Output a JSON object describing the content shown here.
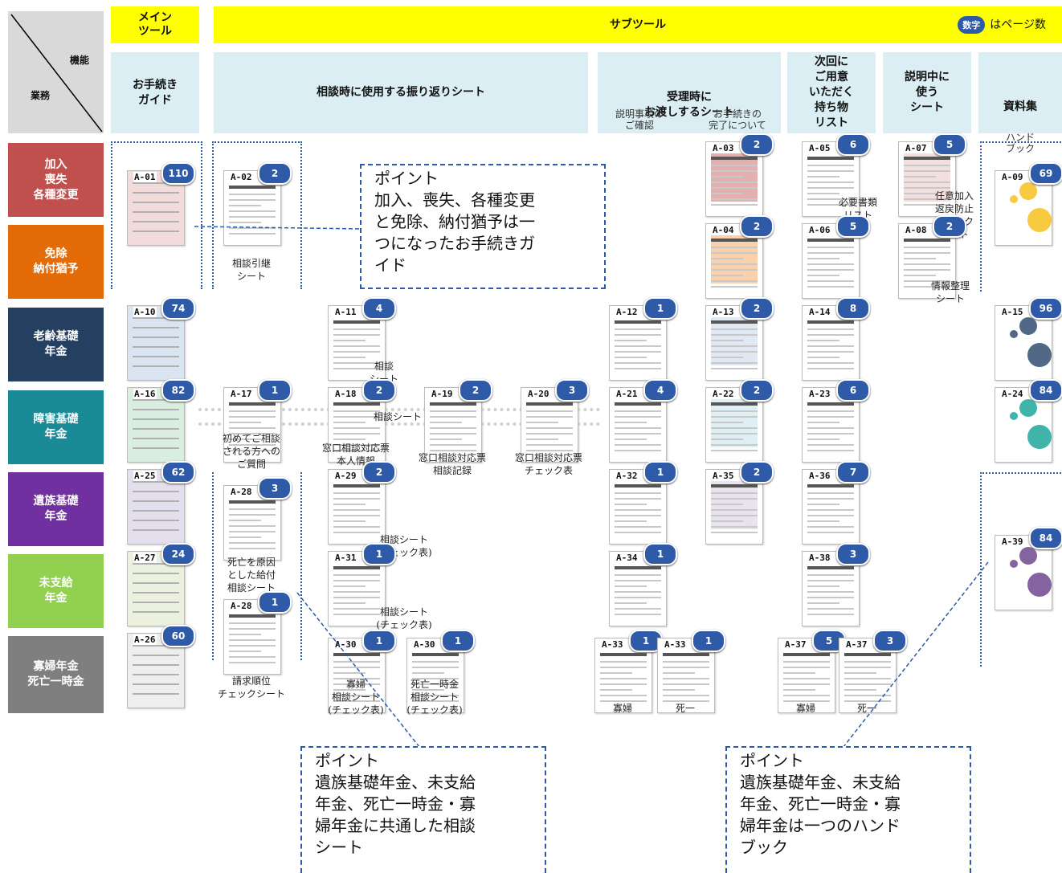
{
  "header": {
    "corner_function": "機能",
    "corner_business": "業務",
    "main_tool": "メイン\nツール",
    "sub_tool": "サブツール",
    "legend_badge": "数字",
    "legend_text": "はページ数"
  },
  "columns": {
    "guide": "お手続き\nガイド",
    "review": "相談時に使用する振り返りシート",
    "handout": "受理時に\nお渡しするシート",
    "handout_sub1": "説明事項の\nご確認",
    "handout_sub2": "お手続きの\n完了について",
    "next": "次回に\nご用意\nいただく\n持ち物\nリスト",
    "explain": "説明中に\n使う\nシート",
    "materials": "資料集",
    "materials_sub": "ハンド\nブック"
  },
  "rows": [
    {
      "label": "加入\n喪失\n各種変更",
      "color": "#c0504d"
    },
    {
      "label": "免除\n納付猶予",
      "color": "#e36c09"
    },
    {
      "label": "老齢基礎\n年金",
      "color": "#243f60"
    },
    {
      "label": "障害基礎\n年金",
      "color": "#1a8a96"
    },
    {
      "label": "遺族基礎\n年金",
      "color": "#7030a0"
    },
    {
      "label": "未支給\n年金",
      "color": "#92d050"
    },
    {
      "label": "寡婦年金\n死亡一時金",
      "color": "#7f7f7f"
    }
  ],
  "docs": [
    {
      "code": "A-01",
      "pages": "110",
      "caption": ""
    },
    {
      "code": "A-02",
      "pages": "2",
      "caption": "相談引継\nシート"
    },
    {
      "code": "A-03",
      "pages": "2",
      "caption": ""
    },
    {
      "code": "A-04",
      "pages": "2",
      "caption": ""
    },
    {
      "code": "A-05",
      "pages": "6",
      "caption": "必要書類\nリスト"
    },
    {
      "code": "A-06",
      "pages": "5",
      "caption": ""
    },
    {
      "code": "A-07",
      "pages": "5",
      "caption": "任意加入\n返戻防止\nチェック\nシート"
    },
    {
      "code": "A-08",
      "pages": "2",
      "caption": "情報整理\nシート"
    },
    {
      "code": "A-09",
      "pages": "69",
      "caption": ""
    },
    {
      "code": "A-10",
      "pages": "74",
      "caption": ""
    },
    {
      "code": "A-11",
      "pages": "4",
      "caption": "相談\nシート"
    },
    {
      "code": "A-12",
      "pages": "1",
      "caption": ""
    },
    {
      "code": "A-13",
      "pages": "2",
      "caption": ""
    },
    {
      "code": "A-14",
      "pages": "8",
      "caption": ""
    },
    {
      "code": "A-15",
      "pages": "96",
      "caption": ""
    },
    {
      "code": "A-16",
      "pages": "82",
      "caption": ""
    },
    {
      "code": "A-17",
      "pages": "1",
      "caption": "初めてご相談\nされる方への\nご質問"
    },
    {
      "code": "A-18",
      "pages": "2",
      "caption": "窓口相談対応票\n本人情報"
    },
    {
      "code": "A-19",
      "pages": "2",
      "caption": "窓口相談対応票\n相談記録"
    },
    {
      "code": "A-20",
      "pages": "3",
      "caption": "窓口相談対応票\nチェック表"
    },
    {
      "code": "A-21",
      "pages": "4",
      "caption": ""
    },
    {
      "code": "A-22",
      "pages": "2",
      "caption": ""
    },
    {
      "code": "A-23",
      "pages": "6",
      "caption": ""
    },
    {
      "code": "A-24",
      "pages": "84",
      "caption": ""
    },
    {
      "code": "A-25",
      "pages": "62",
      "caption": ""
    },
    {
      "code": "A-28",
      "pages": "3",
      "caption": "死亡を原因\nとした給付\n相談シート"
    },
    {
      "code": "A-29",
      "pages": "2",
      "caption": "相談シート\n(チェック表)"
    },
    {
      "code": "A-32",
      "pages": "1",
      "caption": ""
    },
    {
      "code": "A-35",
      "pages": "2",
      "caption": ""
    },
    {
      "code": "A-36",
      "pages": "7",
      "caption": ""
    },
    {
      "code": "A-39",
      "pages": "84",
      "caption": ""
    },
    {
      "code": "A-27",
      "pages": "24",
      "caption": ""
    },
    {
      "code": "A-28",
      "pages": "1",
      "caption": "請求順位\nチェックシート"
    },
    {
      "code": "A-31",
      "pages": "1",
      "caption": "相談シート\n(チェック表)"
    },
    {
      "code": "A-34",
      "pages": "1",
      "caption": ""
    },
    {
      "code": "A-38",
      "pages": "3",
      "caption": ""
    },
    {
      "code": "A-26",
      "pages": "60",
      "caption": ""
    },
    {
      "code": "A-30",
      "pages": "1",
      "caption": "寡婦\n相談シート\n(チェック表)"
    },
    {
      "code": "A-30",
      "pages": "1",
      "caption": "死亡一時金\n相談シート\n(チェック表)"
    },
    {
      "code": "A-33",
      "pages": "1",
      "caption": "寡婦"
    },
    {
      "code": "A-33",
      "pages": "1",
      "caption": "死一"
    },
    {
      "code": "A-37",
      "pages": "5",
      "caption": "寡婦"
    },
    {
      "code": "A-37",
      "pages": "3",
      "caption": "死一"
    }
  ],
  "extra_caption": "相談シート",
  "callouts": [
    {
      "text": "ポイント\n加入、喪失、各種変更\nと免除、納付猶予は一\nつになったお手続きガ\nイド"
    },
    {
      "text": "ポイント\n遺族基礎年金、未支給\n年金、死亡一時金・寡\n婦年金に共通した相談\nシート"
    },
    {
      "text": "ポイント\n遺族基礎年金、未支給\n年金、死亡一時金・寡\n婦年金は一つのハンド\nブック"
    }
  ],
  "colors": {
    "header_yellow": "#ffff00",
    "column_header": "#daeef3",
    "badge": "#2e5aa8",
    "dotted_border": "#2e5aa8"
  }
}
